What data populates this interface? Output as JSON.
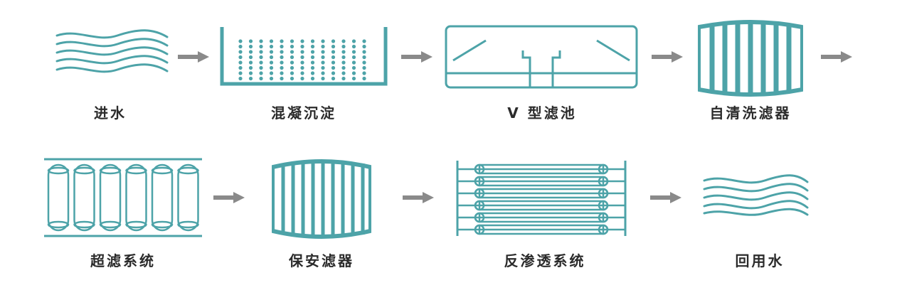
{
  "colors": {
    "teal": "#4da3a8",
    "arrow": "#8a8a8a",
    "text": "#2b2b2b"
  },
  "steps": [
    {
      "label": "进水",
      "icon": "water-waves-icon"
    },
    {
      "label": "混凝沉淀",
      "icon": "coagulation-tank-icon"
    },
    {
      "label": "V 型滤池",
      "icon": "v-filter-tank-icon"
    },
    {
      "label": "自清洗滤器",
      "icon": "self-cleaning-filter-icon"
    },
    {
      "label": "超滤系统",
      "icon": "ultrafiltration-tubes-icon"
    },
    {
      "label": "保安滤器",
      "icon": "security-filter-icon"
    },
    {
      "label": "反渗透系统",
      "icon": "reverse-osmosis-icon"
    },
    {
      "label": "回用水",
      "icon": "water-waves-icon"
    }
  ]
}
